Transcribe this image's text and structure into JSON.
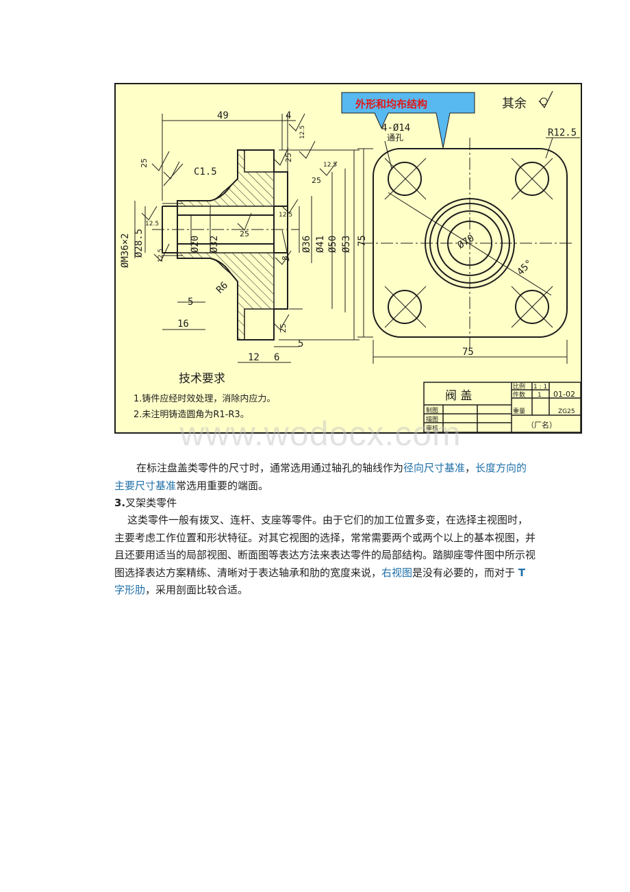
{
  "drawing": {
    "callout": "外形和均布结构",
    "surface_note": "其余",
    "hole_note_1": "4-Ø14",
    "hole_note_2": "通孔",
    "radius_label": "R12.5",
    "dims": {
      "d49": "49",
      "d4": "4",
      "c15": "C1.5",
      "m36": "ØM36×2",
      "d285": "Ø28.5",
      "d20": "Ø20",
      "d32": "Ø32",
      "d36": "Ø36",
      "d41": "Ø41",
      "d50": "Ø50",
      "d53": "Ø53",
      "d75v": "75",
      "d75h": "75",
      "d70": "Ø70",
      "a45": "45°",
      "d5a": "5",
      "d16": "16",
      "d12": "12",
      "d6": "6",
      "d5b": "5",
      "r6": "R6",
      "d8": "8"
    },
    "roughness": [
      "25",
      "12.5",
      "25",
      "25",
      "25",
      "12.5",
      "12.5",
      "12.5",
      "25",
      "12.5"
    ],
    "tech_title": "技术要求",
    "tech_items": [
      "1.铸件应经时效处理，消除内应力。",
      "2.未注明铸造圆角为R1-R3。"
    ],
    "title_block": {
      "part_name": "阀 盖",
      "scale_label": "比例",
      "scale_value": "1 : 1",
      "count_label": "件数",
      "count_value": "1",
      "weight_label": "重量",
      "material": "ZG25",
      "drawing_no": "01-02",
      "drawn_label": "制图",
      "traced_label": "描图",
      "checked_label": "审核",
      "factory": "（厂名）"
    }
  },
  "watermark": "www.wodocx.com",
  "paragraph1": {
    "t1": "在标注盘盖类零件的尺寸时，通常选用通过轴孔的轴线作为",
    "link1": "径向尺寸基准",
    "t2": "，",
    "link2": "长度方向的主要尺寸基准",
    "t3": "常选用重要的端面。"
  },
  "heading": {
    "num": "3.",
    "text": "叉架类零件"
  },
  "paragraph2": {
    "t1": "这类零件一般有拨叉、连杆、支座等零件。由于它们的加工位置多变，在选择主视图时，主要考虑工作位置和形状特征。对其它视图的选择，常常需要两个或两个以上的基本视图，并且还要用适当的局部视图、断面图等表达方法来表达零件的局部结构。踏脚座零件图中所示视图选择表达方案精练、清晰对于表达轴承和肋的宽度来说，",
    "link1": "右视图",
    "t2": "是没有必要的，而对于 ",
    "link2a": "T",
    "link2b": " 字形肋",
    "t3": "，采用剖面比较合适。"
  },
  "colors": {
    "paper": "#ffffc8",
    "line": "#1c1c1c",
    "callout_fill": "#58b8f0",
    "callout_text": "#e01818",
    "link": "#1f6fa8"
  }
}
